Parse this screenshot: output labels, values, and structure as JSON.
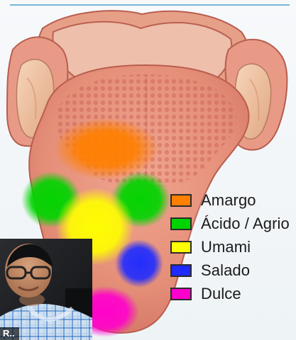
{
  "legend": {
    "items": [
      {
        "label": "Amargo",
        "color": "#ff7f00"
      },
      {
        "label": "Ácido / Agrio",
        "color": "#00d400"
      },
      {
        "label": "Umami",
        "color": "#ffff00"
      },
      {
        "label": "Salado",
        "color": "#1f2bff"
      },
      {
        "label": "Dulce",
        "color": "#ff00cc"
      }
    ]
  },
  "participant": {
    "name_label": "R..",
    "icon": "person-video-icon"
  }
}
